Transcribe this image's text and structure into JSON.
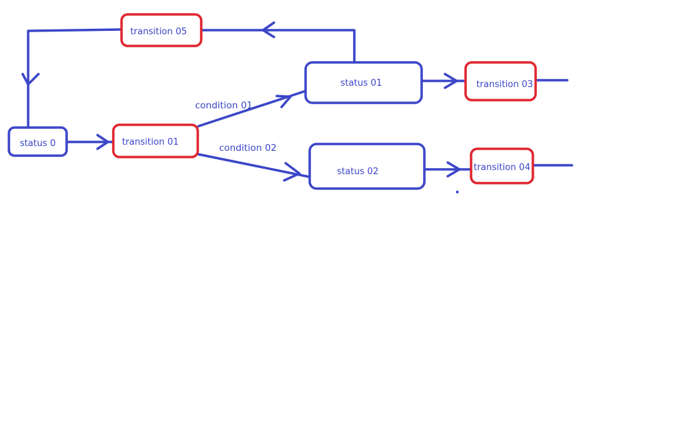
{
  "colors": {
    "status_stroke": "#3b46c8",
    "transition_stroke": "#e0262e",
    "edge": "#3b46c8",
    "text": "#3b46c8",
    "background": "#ffffff"
  },
  "nodes": {
    "status_0": {
      "label": "status 0",
      "kind": "status"
    },
    "status_01": {
      "label": "status 01",
      "kind": "status"
    },
    "status_02": {
      "label": "status 02",
      "kind": "status"
    },
    "transition_01": {
      "label": "transition 01",
      "kind": "transition"
    },
    "transition_03": {
      "label": "transition 03",
      "kind": "transition"
    },
    "transition_04": {
      "label": "transition 04",
      "kind": "transition"
    },
    "transition_05": {
      "label": "transition 05",
      "kind": "transition"
    }
  },
  "edges": {
    "condition_01": {
      "label": "condition 01"
    },
    "condition_02": {
      "label": "condition 02"
    }
  }
}
